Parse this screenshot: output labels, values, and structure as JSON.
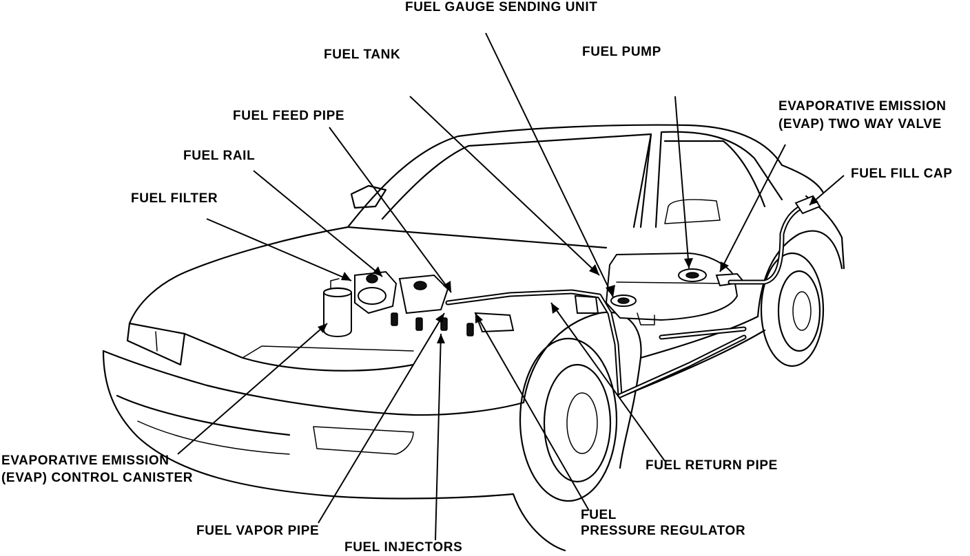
{
  "labels": {
    "fuel_gauge_sending_unit": "FUEL GAUGE SENDING UNIT",
    "fuel_tank": "FUEL TANK",
    "fuel_pump": "FUEL PUMP",
    "evap_two_way_valve_line1": "EVAPORATIVE EMISSION",
    "evap_two_way_valve_line2": "(EVAP) TWO WAY VALVE",
    "fuel_feed_pipe": "FUEL FEED PIPE",
    "fuel_fill_cap": "FUEL FILL CAP",
    "fuel_rail": "FUEL RAIL",
    "fuel_filter": "FUEL FILTER",
    "evap_control_canister_line1": "EVAPORATIVE EMISSION",
    "evap_control_canister_line2": "(EVAP) CONTROL CANISTER",
    "fuel_return_pipe": "FUEL RETURN PIPE",
    "fuel_pressure_regulator_line1": "FUEL",
    "fuel_pressure_regulator_line2": "PRESSURE REGULATOR",
    "fuel_vapor_pipe": "FUEL VAPOR PIPE",
    "fuel_injectors": "FUEL INJECTORS"
  }
}
